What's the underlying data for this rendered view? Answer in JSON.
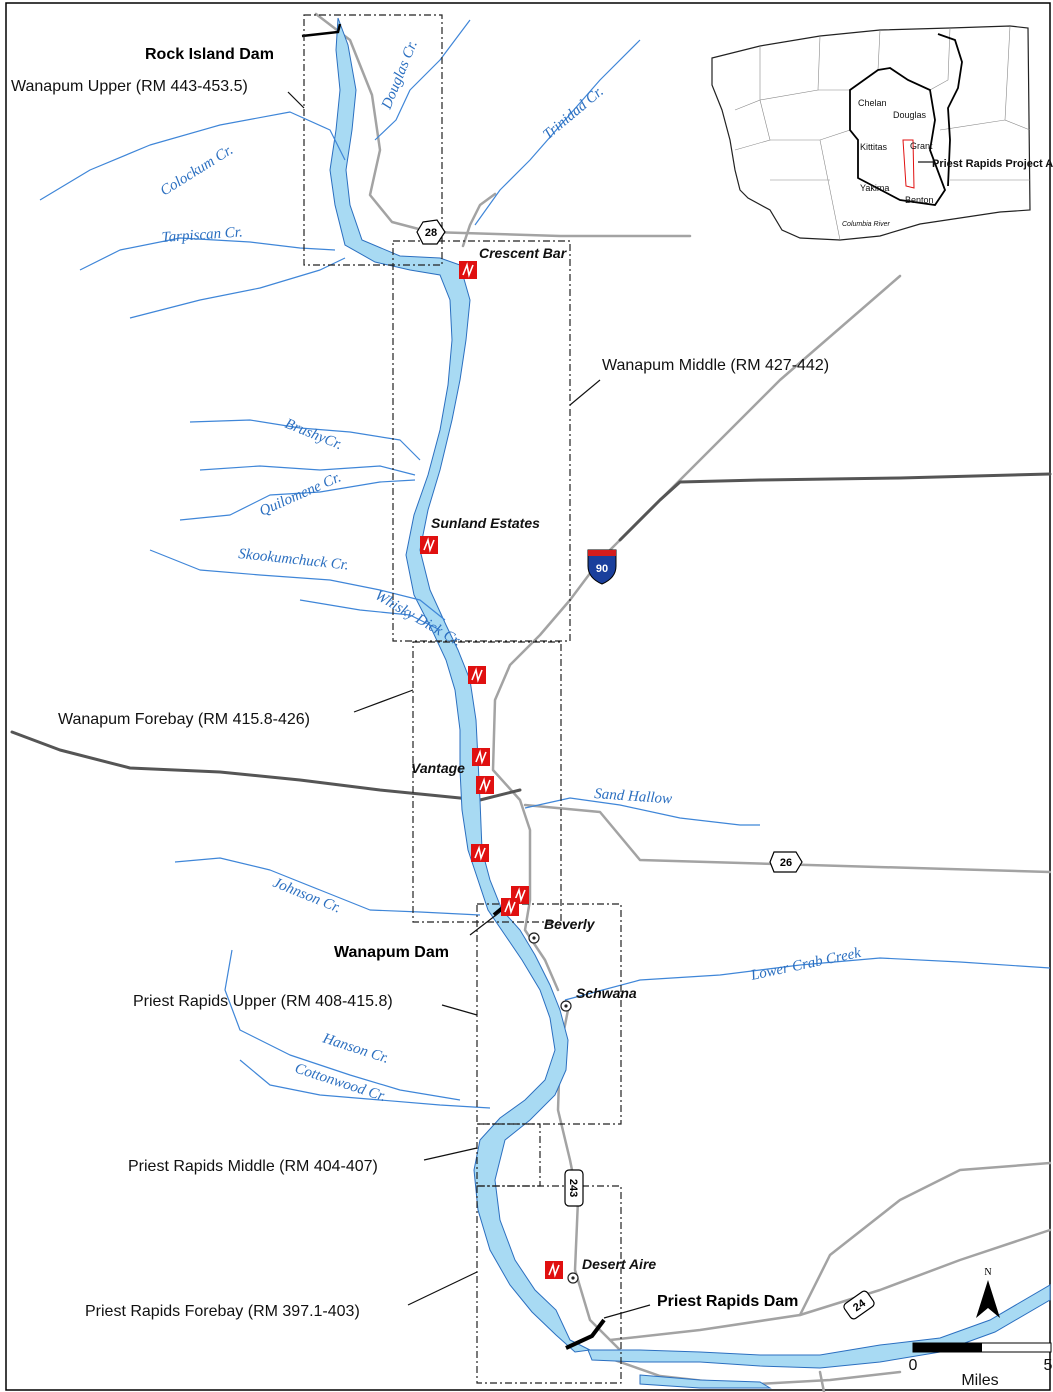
{
  "segments": [
    {
      "label": "Wanapum Upper (RM 443-453.5)"
    },
    {
      "label": "Wanapum Middle (RM 427-442)"
    },
    {
      "label": "Wanapum Forebay (RM 415.8-426)"
    },
    {
      "label": "Priest Rapids Upper (RM 408-415.8)"
    },
    {
      "label": "Priest Rapids Middle (RM 404-407)"
    },
    {
      "label": "Priest Rapids Forebay (RM 397.1-403)"
    }
  ],
  "dams": {
    "rock_island": "Rock Island Dam",
    "wanapum": "Wanapum Dam",
    "priest_rapids": "Priest Rapids Dam"
  },
  "places": {
    "crescent_bar": "Crescent Bar",
    "sunland_estates": "Sunland Estates",
    "vantage": "Vantage",
    "beverly": "Beverly",
    "schwana": "Schwana",
    "desert_aire": "Desert Aire"
  },
  "creeks": {
    "douglas": "Douglas Cr.",
    "trinidad": "Trinidad Cr.",
    "colockum": "Colockum Cr.",
    "tarpiscan": "Tarpiscan Cr.",
    "brushy": "BrushyCr.",
    "quilomene": "Quilomene Cr.",
    "skookumchuck": "Skookumchuck Cr.",
    "whisky_dick": "Whisky Dick Cr.",
    "sand_hallow": "Sand Hallow",
    "johnson": "Johnson Cr.",
    "lower_crab": "Lower Crab Creek",
    "hanson": "Hanson Cr.",
    "cottonwood": "Cottonwood Cr."
  },
  "highways": {
    "us28": "28",
    "i90": "90",
    "us26": "26",
    "sr243": "243",
    "sr24": "24"
  },
  "inset": {
    "counties": [
      "Chelan",
      "Douglas",
      "Grant",
      "Kittitas",
      "Yakima",
      "Benton"
    ],
    "river_label": "Columbia River",
    "project_area": "Priest Rapids Project Area"
  },
  "scale_bar": {
    "start": "0",
    "end": "5",
    "unit": "Miles"
  },
  "north_arrow": "N",
  "colors": {
    "water": "#a8daf3",
    "creek": "#3f86d8",
    "road": "#a3a3a3",
    "highway": "#555555",
    "access_marker": "#e01010"
  }
}
